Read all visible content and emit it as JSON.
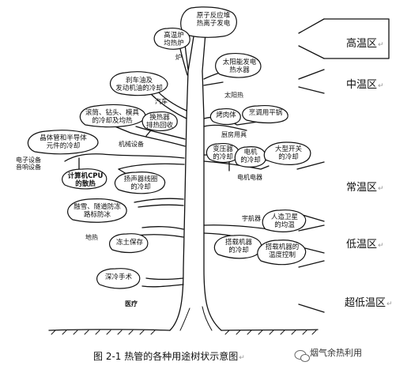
{
  "zones": [
    {
      "id": "high",
      "label": "高温区"
    },
    {
      "id": "mid",
      "label": "中温区"
    },
    {
      "id": "normal",
      "label": "常温区"
    },
    {
      "id": "low",
      "label": "低温区"
    },
    {
      "id": "ultra",
      "label": "超低温区"
    }
  ],
  "return_mark": "↵",
  "leaves": [
    {
      "id": "nuclear",
      "lines": [
        "原子反应堆",
        "热离子发电"
      ]
    },
    {
      "id": "furnace",
      "lines": [
        "高温炉",
        "均热炉"
      ]
    },
    {
      "id": "solar",
      "lines": [
        "太阳能发电",
        "热水器"
      ]
    },
    {
      "id": "brake",
      "lines": [
        "刹车油及",
        "发动机油的冷却"
      ]
    },
    {
      "id": "roller",
      "lines": [
        "滚筒、钻头、模具",
        "的冷却及均热"
      ]
    },
    {
      "id": "exchanger",
      "lines": [
        "换热器",
        "排热回收"
      ]
    },
    {
      "id": "oven",
      "lines": [
        "烤肉体"
      ]
    },
    {
      "id": "pan",
      "lines": [
        "烹调用平锅"
      ]
    },
    {
      "id": "transistor",
      "lines": [
        "晶体管和半导体",
        "元件的冷却"
      ]
    },
    {
      "id": "transformer",
      "lines": [
        "变压器",
        "的冷却"
      ]
    },
    {
      "id": "motor",
      "lines": [
        "电机",
        "的冷却"
      ]
    },
    {
      "id": "switch",
      "lines": [
        "大型开关",
        "的冷却"
      ]
    },
    {
      "id": "cpu",
      "lines": [
        "计算机CPU",
        "的散热"
      ],
      "bold": true
    },
    {
      "id": "speaker",
      "lines": [
        "扬声器线圈",
        "的冷却"
      ]
    },
    {
      "id": "snow",
      "lines": [
        "融雪、隧道防冻",
        "路标防冰"
      ]
    },
    {
      "id": "frozen",
      "lines": [
        "冻土保存"
      ]
    },
    {
      "id": "satellite",
      "lines": [
        "人造卫星",
        "的均温"
      ]
    },
    {
      "id": "instrument1",
      "lines": [
        "搭载机器",
        "的冷却"
      ]
    },
    {
      "id": "instrument2",
      "lines": [
        "搭载机器的",
        "温度控制"
      ]
    },
    {
      "id": "deepcold",
      "lines": [
        "深冷手术"
      ]
    }
  ],
  "branch_labels": [
    {
      "id": "furnace_branch",
      "text": "炉"
    },
    {
      "id": "car",
      "text": "汽车"
    },
    {
      "id": "solar_heat",
      "text": "太阳热"
    },
    {
      "id": "machine",
      "text": "机械设备"
    },
    {
      "id": "kitchen",
      "text": "厨房用具"
    },
    {
      "id": "electronics",
      "text": "电子设备\n音响设备"
    },
    {
      "id": "electric",
      "text": "电机电器"
    },
    {
      "id": "spacecraft",
      "text": "宇航器"
    },
    {
      "id": "geothermal",
      "text": "地热"
    },
    {
      "id": "medical",
      "text": "医疗",
      "bold": true
    }
  ],
  "caption": "图 2-1   热管的各种用途树状示意图",
  "logo_text": "烟气余热利用"
}
